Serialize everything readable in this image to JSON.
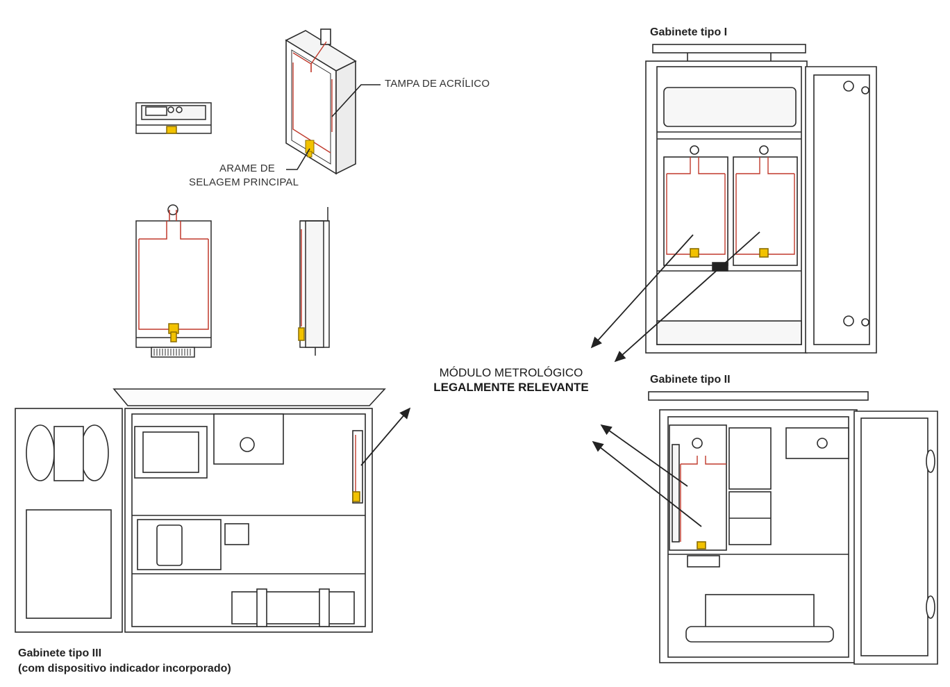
{
  "callouts": {
    "acrylic_cover": "TAMPA DE ACRÍLICO",
    "main_seal_line1": "ARAME DE",
    "main_seal_line2": "SELAGEM PRINCIPAL"
  },
  "center_label": {
    "line1": "MÓDULO METROLÓGICO",
    "line2": "LEGALMENTE RELEVANTE"
  },
  "cabinets": {
    "type1": "Gabinete tipo I",
    "type2": "Gabinete tipo II",
    "type3_line1": "Gabinete tipo III",
    "type3_line2": "(com dispositivo indicador incorporado)"
  },
  "colors": {
    "line": "#2b2b2b",
    "seal_wire": "#c0392b",
    "seal": "#f2c200",
    "panel_fill": "#ffffff"
  }
}
